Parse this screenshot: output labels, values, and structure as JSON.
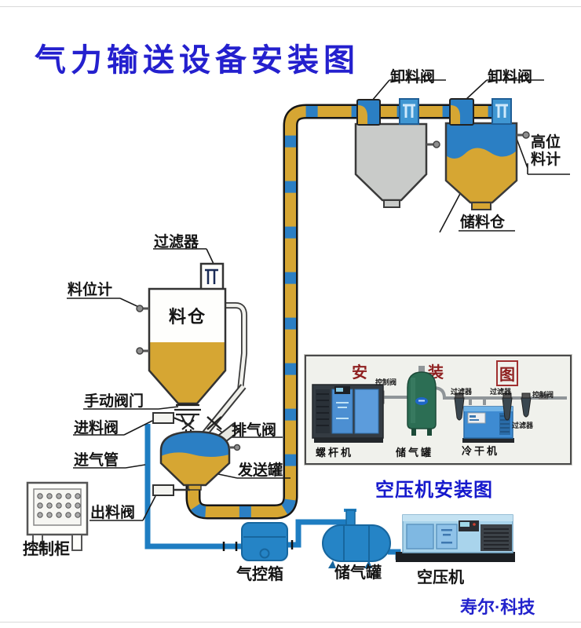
{
  "title": "气力输送设备安装图",
  "callouts": {
    "unload_valve_left": "卸料阀",
    "unload_valve_right": "卸料阀",
    "high_level_meter": [
      "高位",
      "料计"
    ],
    "storage_silo": "储料仓",
    "filter": "过滤器",
    "level_meter": "料位计",
    "silo": "料仓",
    "manual_valve": "手动阀门",
    "feed_valve": "进料阀",
    "exhaust_valve": "排气阀",
    "air_inlet_pipe": "进气管",
    "sending_tank": "发送罐",
    "discharge_valve": "出料阀",
    "control_cabinet": "控制柜",
    "air_control_box": "气控箱",
    "air_tank": "储气罐",
    "air_compressor": "空压机"
  },
  "inset": {
    "title_chars": [
      "安",
      "装",
      "图"
    ],
    "caption": "空压机安装图",
    "labels": {
      "control_valve_left": "控制阀",
      "filter_1": "过滤器",
      "filter_2": "过滤器",
      "control_valve_right": "控制阀",
      "filter_3": "过滤器",
      "screw_machine": "螺杆机",
      "air_tank": "储气罐",
      "cold_dryer": "冷干机"
    }
  },
  "footer": {
    "brand": "寿尔·科技"
  },
  "colors": {
    "title_blue": "#2420CE",
    "pipe_yellow": "#D6A633",
    "pipe_blue": "#2B7FC4",
    "air_blue": "#2584C6",
    "caption_blue": "#1518CC",
    "inset_red": "#8E1F1F"
  }
}
